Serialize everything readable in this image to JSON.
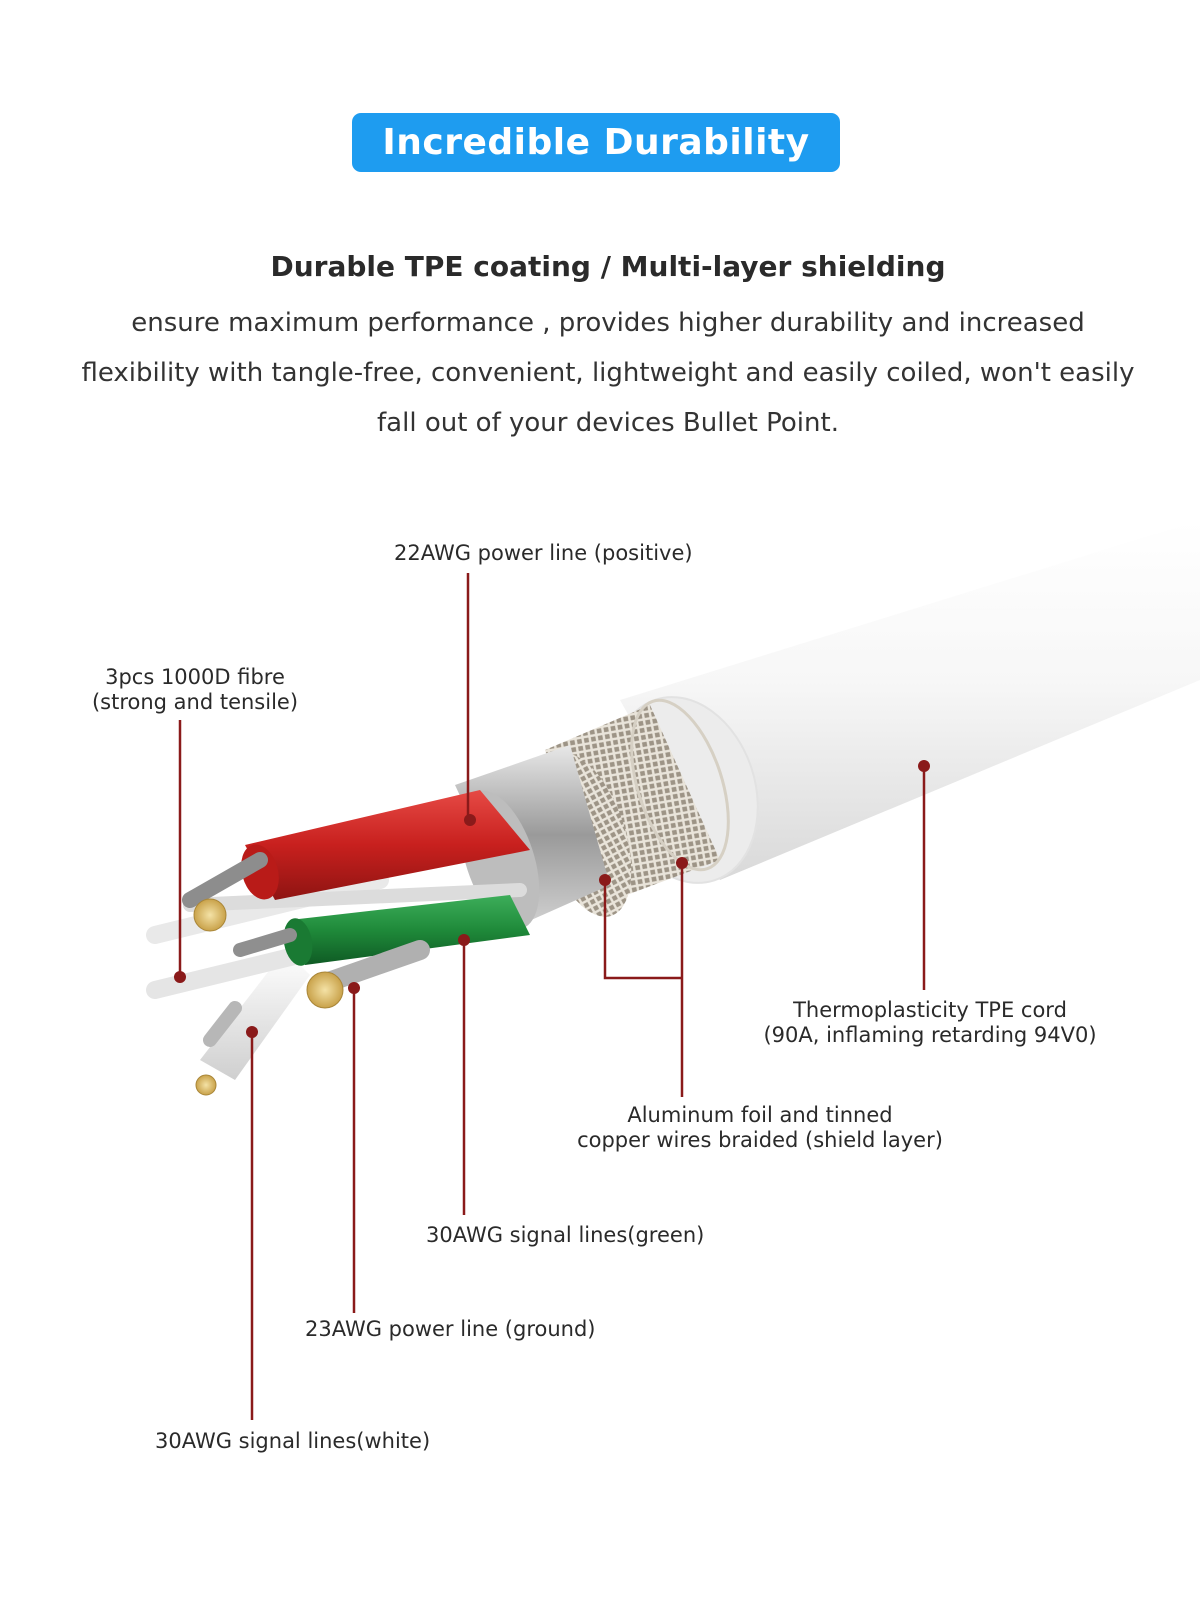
{
  "banner": {
    "title": "Incredible Durability",
    "color": "#1e9cf0"
  },
  "heading": "Durable TPE coating / Multi-layer shielding",
  "description": {
    "line1": "ensure maximum performance , provides higher durability and increased",
    "line2": "flexibility with tangle-free, convenient, lightweight and easily coiled, won't easily",
    "line3": "fall out of your devices Bullet Point."
  },
  "labels": {
    "power_positive": "22AWG power line (positive)",
    "fibre_line1": "3pcs 1000D fibre",
    "fibre_line2": "(strong and tensile)",
    "tpe_line1": "Thermoplasticity TPE cord",
    "tpe_line2": "(90A, inflaming retarding 94V0)",
    "shield_line1": "Aluminum foil and tinned",
    "shield_line2": "copper wires braided (shield layer)",
    "signal_green": "30AWG signal lines(green)",
    "power_ground": "23AWG power line (ground)",
    "signal_white": "30AWG signal lines(white)"
  },
  "colors": {
    "leader_line": "#8a1a1a",
    "power_positive_wire": "#c8201e",
    "signal_green_wire": "#1f8a3a",
    "tpe_jacket": "#f2f2f2"
  }
}
